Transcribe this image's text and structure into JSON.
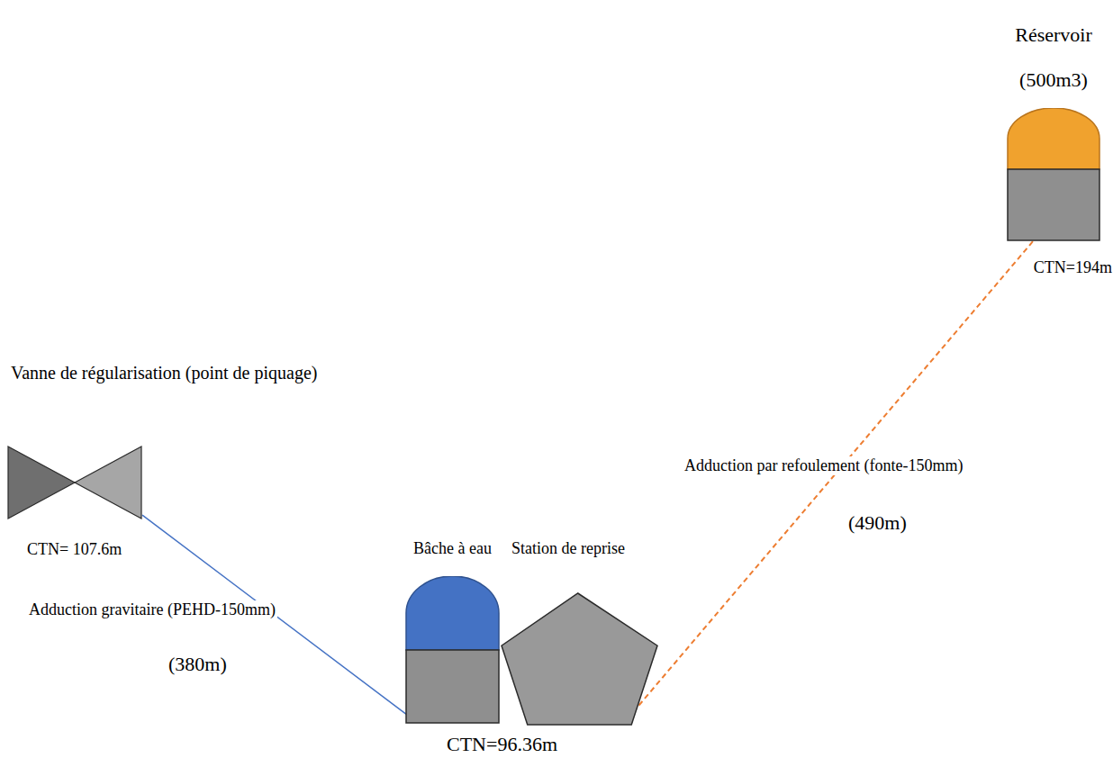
{
  "diagram": {
    "nodes": [
      {
        "text": [
          "Réservoir (500m3)",
          "CTN=194m"
        ]
      },
      {
        "text": [
          "Vanne de régularisation (point de piquage)",
          "CTN= 107.6m"
        ]
      },
      {
        "text": [
          "Bâche à eau"
        ]
      },
      {
        "text": [
          "Station de reprise"
        ]
      }
    ],
    "edges": [
      {
        "from": 1,
        "to": 2,
        "arrow": "none",
        "label": "Adduction gravitaire (PEHD-150mm)"
      },
      {
        "from": 3,
        "to": 0,
        "arrow": "none",
        "label": "Adduction par refoulement (fonte-150mm)"
      }
    ],
    "labels": [
      "(380m)",
      "(490m)",
      "CTN=96.36m"
    ]
  }
}
